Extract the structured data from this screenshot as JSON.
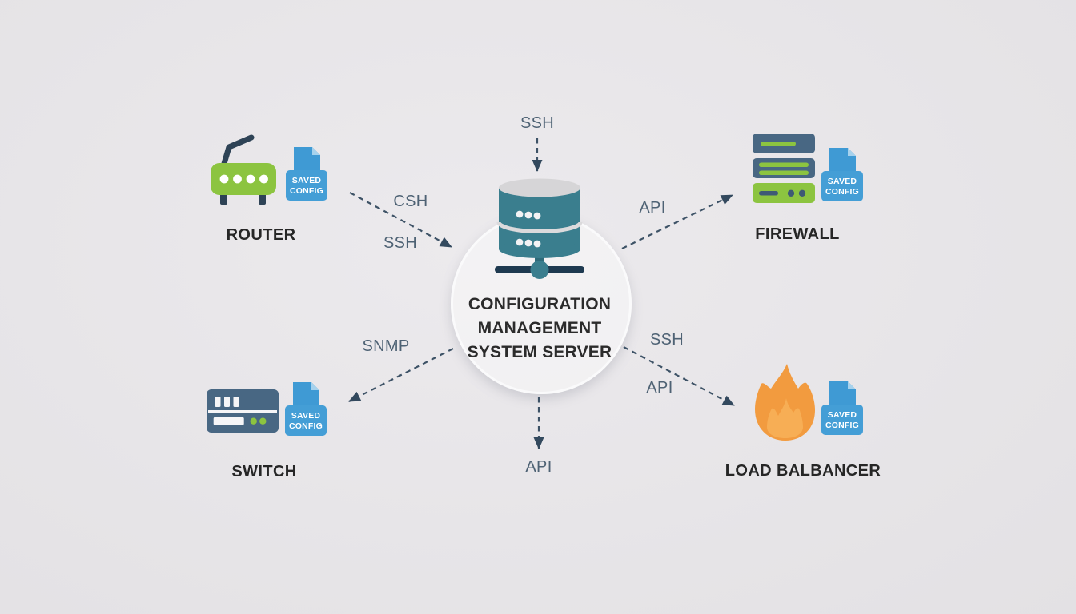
{
  "diagram": {
    "center": {
      "title_line1": "CONFIGURATION",
      "title_line2": "MANAGEMENT",
      "title_line3": "SYSTEM SERVER"
    },
    "nodes": {
      "router": {
        "label": "ROUTER",
        "badge_line1": "SAVED",
        "badge_line2": "CONFIG"
      },
      "firewall": {
        "label": "FIREWALL",
        "badge_line1": "SAVED",
        "badge_line2": "CONFIG"
      },
      "switch": {
        "label": "SWITCH",
        "badge_line1": "SAVED",
        "badge_line2": "CONFIG"
      },
      "load_balancer": {
        "label": "LOAD BALBANCER",
        "badge_line1": "SAVED",
        "badge_line2": "CONFIG"
      }
    },
    "protocols": {
      "top": "SSH",
      "bottom": "API",
      "router_upper": "CSH",
      "router_lower": "SSH",
      "firewall": "API",
      "switch": "SNMP",
      "load_balancer_upper": "SSH",
      "load_balancer_lower": "API"
    },
    "colors": {
      "background": "#e7e5e8",
      "teal": "#3a7e8e",
      "green": "#8cc440",
      "doc_blue": "#3f9ad4",
      "flame_orange": "#f29b3f",
      "flame_inner": "#f7ae55",
      "slate": "#486783",
      "arrow": "#3d5266",
      "protocol_text": "#4e6274",
      "label_text": "#262626"
    }
  }
}
